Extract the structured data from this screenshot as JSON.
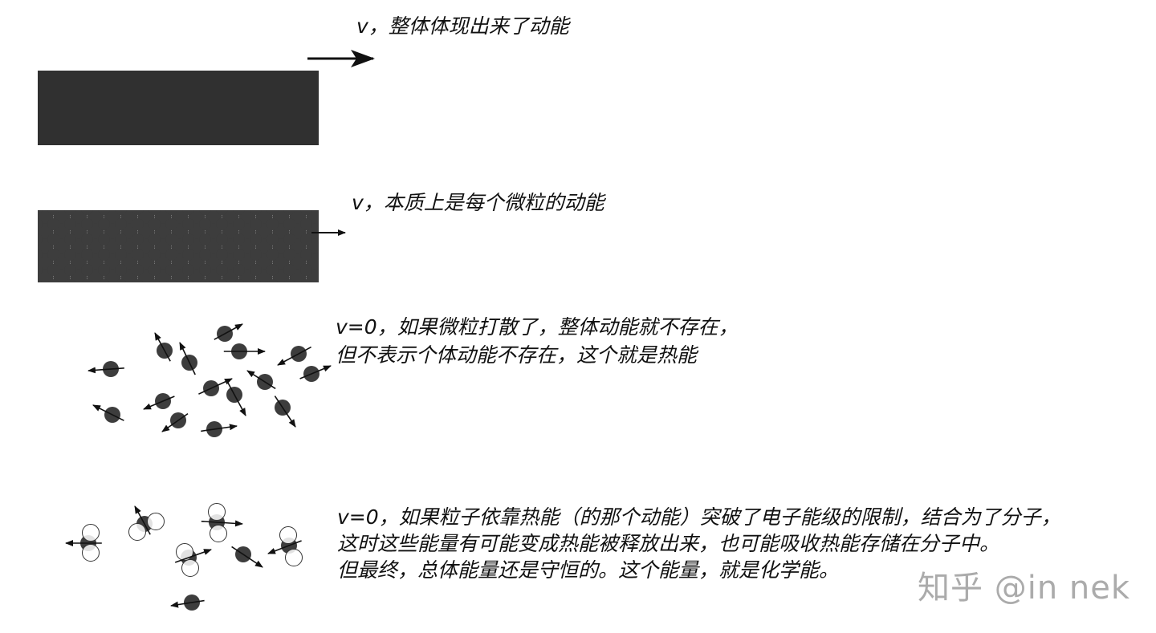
{
  "captions": {
    "solid_block": "v，整体体现出来了动能",
    "particle_block": "v，本质上是每个微粒的动能",
    "scattered": [
      "v=0，如果微粒打散了，整体动能就不存在，",
      "但不表示个体动能不存在，这个就是热能"
    ],
    "chemical": [
      "v=0，如果粒子依靠热能（的那个动能）突破了电子能级的限制，结合为了分子，",
      "这时这些能量有可能变成热能被释放出来，也可能吸收热能存储在分子中。",
      "但最终，总体能量还是守恒的。这个能量，就是化学能。"
    ]
  },
  "watermark": "知乎 @in nek",
  "colors": {
    "ink": "#111111",
    "particle": "#3d3d3d",
    "block": "#303030"
  }
}
